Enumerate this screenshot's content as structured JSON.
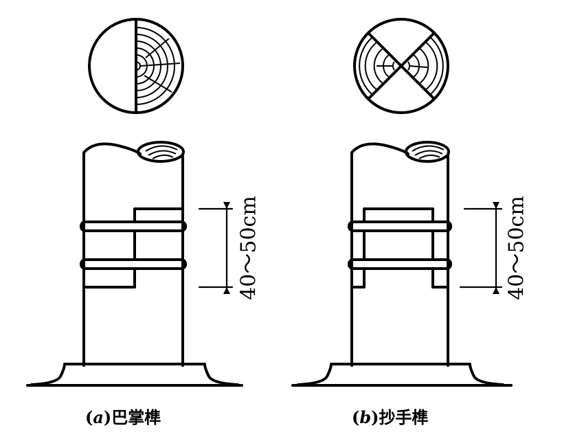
{
  "figures": [
    {
      "id": "a",
      "caption_prefix": "(",
      "caption_letter": "a",
      "caption_suffix": ")",
      "caption_name": "巴掌榫",
      "dimension": "40～50cm"
    },
    {
      "id": "b",
      "caption_prefix": "(",
      "caption_letter": "b",
      "caption_suffix": ")",
      "caption_name": "抄手榫",
      "dimension": "40～50cm"
    }
  ]
}
